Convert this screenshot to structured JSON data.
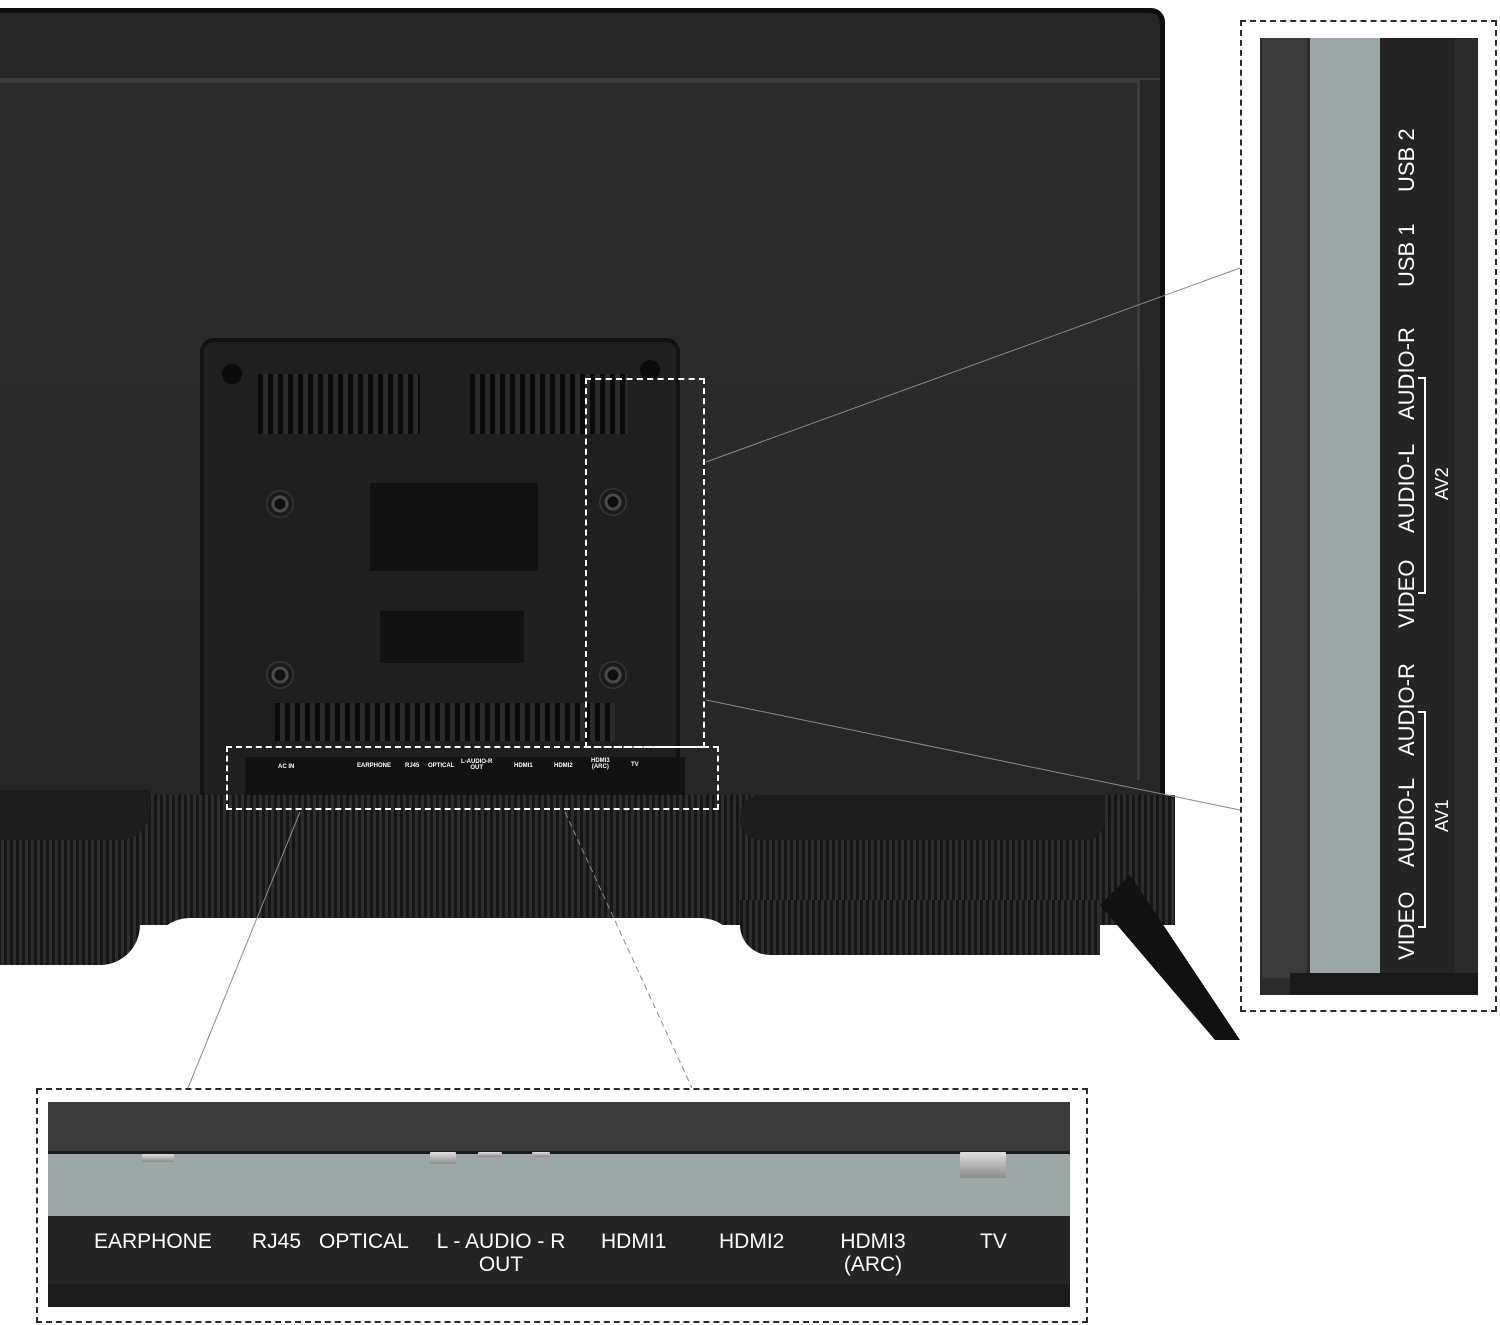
{
  "rear_plate_labels": {
    "ac_in": "AC IN",
    "earphone": "EARPHONE",
    "rj45": "RJ45",
    "optical": "OPTICAL",
    "audio_out_line1": "L-AUDIO-R",
    "audio_out_line2": "OUT",
    "hdmi1": "HDMI1",
    "hdmi2": "HDMI2",
    "hdmi3_line1": "HDMI3",
    "hdmi3_line2": "(ARC)",
    "tv": "TV"
  },
  "bottom_callout": {
    "earphone": "EARPHONE",
    "rj45": "RJ45",
    "optical": "OPTICAL",
    "audio_out_line1": "L - AUDIO - R",
    "audio_out_line2": "OUT",
    "hdmi1": "HDMI1",
    "hdmi2": "HDMI2",
    "hdmi3_line1": "HDMI3",
    "hdmi3_line2": "(ARC)",
    "tv": "TV"
  },
  "side_callout": {
    "usb2": "USB 2",
    "usb1": "USB 1",
    "av2": {
      "group_label": "AV2",
      "audio_r": "AUDIO-R",
      "audio_l": "AUDIO-L",
      "video": "VIDEO"
    },
    "av1": {
      "group_label": "AV1",
      "audio_r": "AUDIO-R",
      "audio_l": "AUDIO-L",
      "video": "VIDEO"
    }
  },
  "colors": {
    "tv_body": "#262626",
    "panel_grey": "#9aa7a5",
    "label_strip": "#242424",
    "callout_border": "#2b2b2b"
  }
}
